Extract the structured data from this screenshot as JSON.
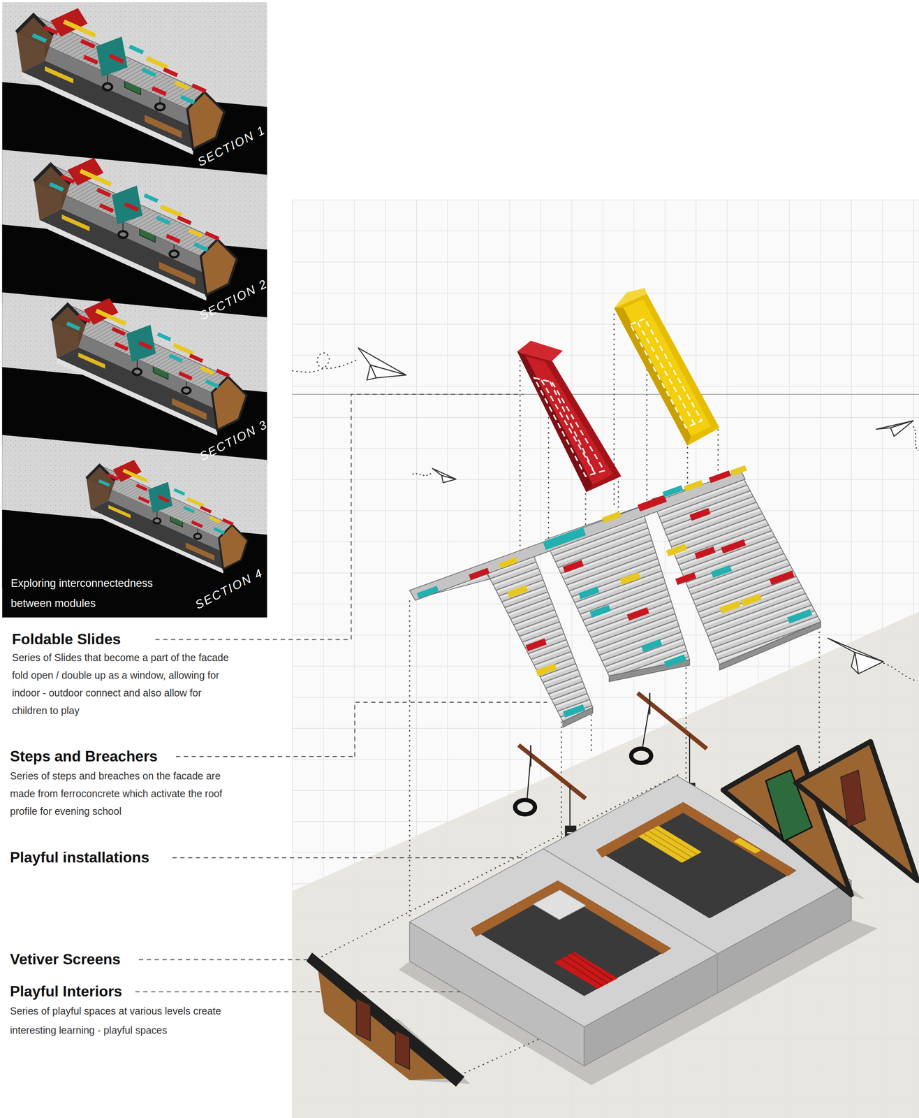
{
  "diagram": {
    "labels": [
      "SECTION 1",
      "SECTION 2",
      "SECTION 3",
      "SECTION 4",
      "Exploring interconnectedness between modules",
      "Foldable Slides",
      "Series of Slides that become a part of the facade fold open / double up as a window, allowing for indoor - outdoor connect and also allow for children to play",
      "Steps and Breachers",
      "Series of steps and breaches on the facade are made from ferroconcrete which activate the roof profile for evening school",
      "Playful installations",
      "Vetiver Screens",
      "Playful Interiors",
      "Series of playful spaces at various levels create interesting learning - playful spaces"
    ]
  }
}
